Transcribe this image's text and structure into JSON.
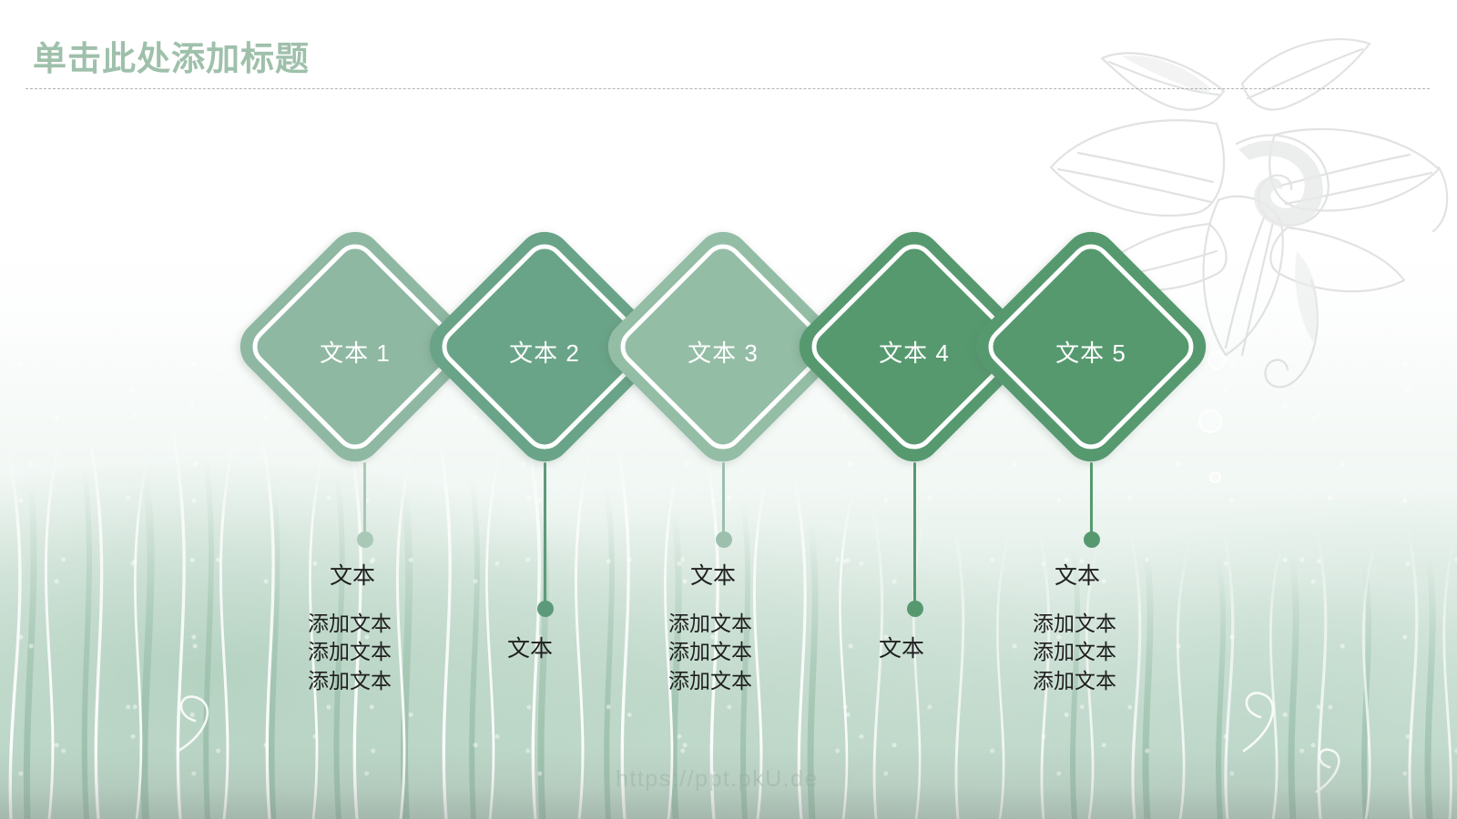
{
  "slide": {
    "title": "单击此处添加标题",
    "watermark": "https://ppt.pkU.de",
    "accent_colors": {
      "title_green": "#9fc0ab",
      "light_sage": "#8fb8a2",
      "mid_sage": "#7cab92",
      "pale_sage": "#9cc0ac",
      "deep_green": "#4f9670",
      "dark_green": "#559a78",
      "text_dark": "#1f1f1f",
      "background": "#ffffff"
    }
  },
  "steps": [
    {
      "id": 1,
      "badge": "文本 1",
      "fill": "#8fb8a2",
      "connector_color": "#a9c8b6",
      "heading": "文本",
      "lines": [
        "添加文本",
        "添加文本",
        "添加文本"
      ]
    },
    {
      "id": 2,
      "badge": "文本 2",
      "fill": "#6aa488",
      "connector_color": "#5d9a7c",
      "heading": "文本",
      "lines": []
    },
    {
      "id": 3,
      "badge": "文本 3",
      "fill": "#94bda6",
      "connector_color": "#9dbfae",
      "heading": "文本",
      "lines": [
        "添加文本",
        "添加文本",
        "添加文本"
      ]
    },
    {
      "id": 4,
      "badge": "文本 4",
      "fill": "#56996f",
      "connector_color": "#56996f",
      "heading": "文本",
      "lines": []
    },
    {
      "id": 5,
      "badge": "文本 5",
      "fill": "#56996f",
      "connector_color": "#56996f",
      "heading": "文本",
      "lines": [
        "添加文本",
        "添加文本",
        "添加文本"
      ]
    }
  ]
}
